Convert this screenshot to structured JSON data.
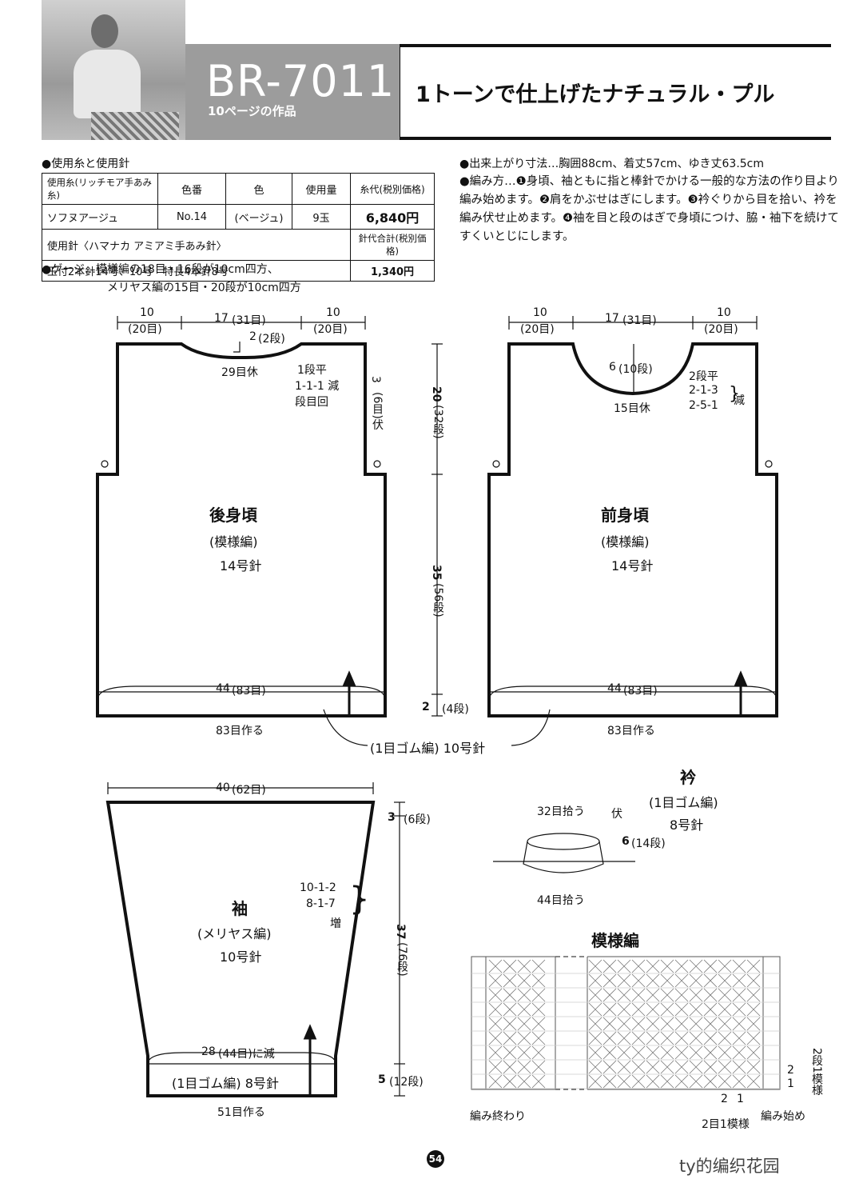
{
  "header": {
    "code": "BR-7011",
    "sub": "10ページの作品",
    "title": "1トーンで仕上げたナチュラル・プル"
  },
  "materials": {
    "heading": "●使用糸と使用針",
    "head": [
      "使用糸(リッチモア手あみ糸)",
      "色番",
      "色",
      "使用量",
      "糸代(税別価格)"
    ],
    "row": [
      "ソフヌアージュ",
      "No.14",
      "(ベージュ)",
      "9玉",
      "6,840円"
    ],
    "needle_label": "使用針〈ハマナカ アミアミ手あみ針〉",
    "needle_price_label": "針代合計(税別価格)",
    "needle_value": "玉付2本針14号、10号　特長4本針8号",
    "needle_price": "1,340円"
  },
  "gauge": {
    "l1": "●ゲージ…模様編の18目・16段が10cm四方、",
    "l2": "メリヤス編の15目・20段が10cm四方"
  },
  "finish": "●出来上がり寸法…胸囲88cm、着丈57cm、ゆき丈63.5cm",
  "method": "●編み方…❶身頃、袖ともに指と棒針でかける一般的な方法の作り目より編み始めます。❷肩をかぶせはぎにします。❸衿ぐりから目を拾い、衿を編み伏せ止めます。❹袖を目と段のはぎで身頃につけ、脇・袖下を続けてすくいとじにします。",
  "back": {
    "name": "後身頃",
    "pat": "(模様編)",
    "needle": "14号針",
    "w1": "10",
    "w1s": "(20目)",
    "w2": "17",
    "w2s": "(31目)",
    "w3": "10",
    "w3s": "(20目)",
    "neck_depth": "2",
    "neck_depth_s": "(2段)",
    "rest": "29目休",
    "dec1": "1段平",
    "dec2": "1-1-1 減",
    "dec3": "段目回",
    "arm": "3",
    "arm_s": "(6目)伏",
    "bottom": "44",
    "bottom_s": "(83目)",
    "cast": "83目作る"
  },
  "front": {
    "name": "前身頃",
    "pat": "(模様編)",
    "needle": "14号針",
    "w1": "10",
    "w1s": "(20目)",
    "w2": "17",
    "w2s": "(31目)",
    "w3": "10",
    "w3s": "(20目)",
    "neck": "6",
    "neck_s": "(10段)",
    "rest": "15目休",
    "dec1": "2段平",
    "dec2": "2-1-3",
    "dec3": "2-5-1",
    "dec_mark": "減",
    "bottom": "44",
    "bottom_s": "(83目)",
    "cast": "83目作る"
  },
  "height": {
    "h1": "20",
    "h1s": "(32段)",
    "h2": "35",
    "h2s": "(56段)",
    "h3": "2",
    "h3s": "(4段)"
  },
  "rib": "(1目ゴム編) 10号針",
  "sleeve": {
    "name": "袖",
    "pat": "(メリヤス編)",
    "needle": "10号針",
    "top": "40",
    "top_s": "(62目)",
    "inc1": "10-1-2",
    "inc2": "8-1-7",
    "inc3": "増",
    "dec": "28",
    "dec_s": "(44目)に減",
    "rib": "(1目ゴム編) 8号針",
    "cast": "51目作る",
    "h1": "3",
    "h1s": "(6段)",
    "h2": "37",
    "h2s": "(76段)",
    "h3": "5",
    "h3s": "(12段)"
  },
  "collar": {
    "name": "衿",
    "pat": "(1目ゴム編)",
    "needle": "8号針",
    "pick1": "32目拾う",
    "bind": "伏",
    "h": "6",
    "hs": "(14段)",
    "pick2": "44目拾う"
  },
  "chart": {
    "name": "模様編",
    "end": "編み終わり",
    "start": "編み始め",
    "rep": "2目1模様",
    "rep_rows": "2段1模様",
    "n2": "2",
    "n1": "1"
  },
  "page": "54",
  "watermark": "ty的编织花园"
}
